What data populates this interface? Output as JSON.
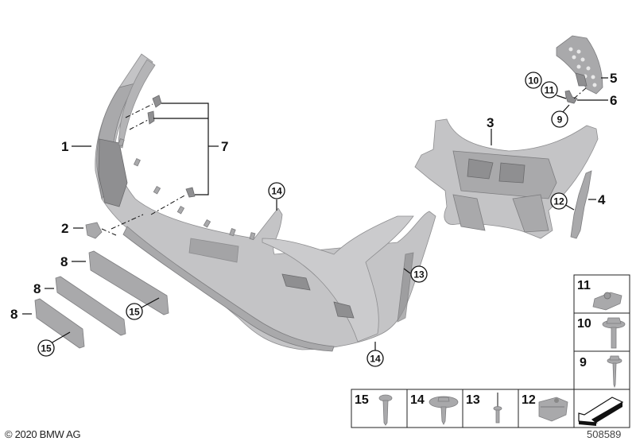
{
  "diagram": {
    "title": "Front bumper trim panel parts diagram",
    "copyright": "© 2020 BMW AG",
    "diagram_number": "508589"
  },
  "callouts": {
    "p1": "1",
    "p2": "2",
    "p3": "3",
    "p4": "4",
    "p5": "5",
    "p6": "6",
    "p7": "7",
    "p8a": "8",
    "p8b": "8",
    "p8c": "8",
    "c9": "9",
    "c10": "10",
    "c11": "11",
    "c12": "12",
    "c13": "13",
    "c14a": "14",
    "c14b": "14",
    "c15a": "15",
    "c15b": "15"
  },
  "fastener_table": {
    "right_column": [
      {
        "number": "11",
        "item": "clip-nut"
      },
      {
        "number": "10",
        "item": "hex-bolt-with-washer"
      },
      {
        "number": "9",
        "item": "hex-screw"
      }
    ],
    "bottom_row": [
      {
        "number": "15",
        "item": "torx-screw"
      },
      {
        "number": "14",
        "item": "hex-screw-large-washer"
      },
      {
        "number": "13",
        "item": "blind-rivet"
      },
      {
        "number": "12",
        "item": "speed-nut"
      },
      {
        "number": "",
        "item": "direction-arrow"
      }
    ]
  }
}
